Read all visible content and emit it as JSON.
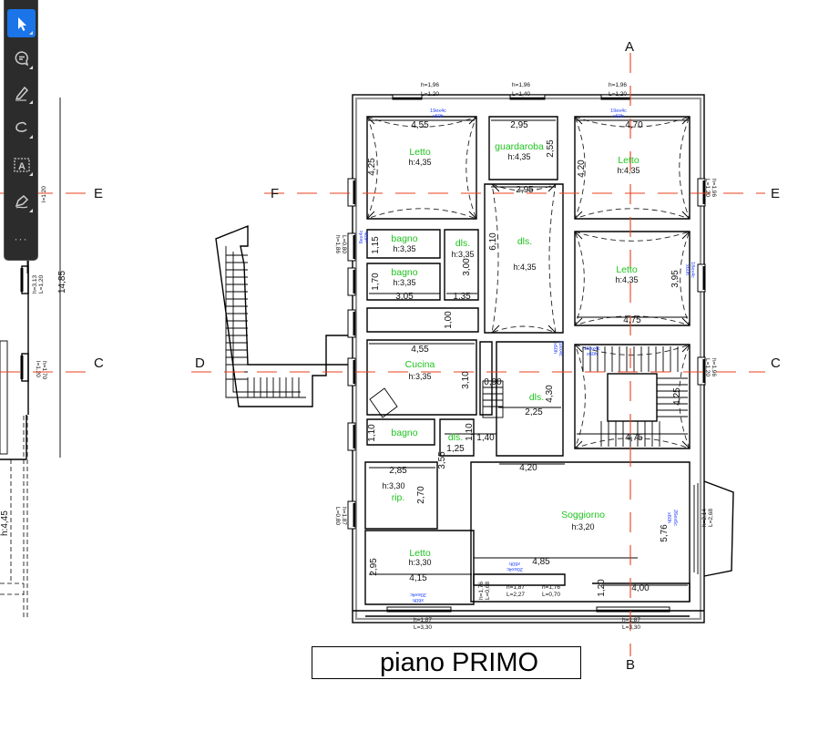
{
  "toolbar": {
    "tools": [
      {
        "name": "select",
        "icon": "cursor-arrow-icon",
        "selected": true
      },
      {
        "name": "comment",
        "icon": "comment-bubble-icon"
      },
      {
        "name": "highlight",
        "icon": "pen-highlight-icon"
      },
      {
        "name": "draw",
        "icon": "freehand-lasso-icon"
      },
      {
        "name": "text",
        "icon": "text-box-icon"
      },
      {
        "name": "sign",
        "icon": "signature-pen-icon"
      }
    ],
    "more_label": "···",
    "accent": "#1b74e8"
  },
  "plan": {
    "title": "piano PRIMO",
    "axes": {
      "A": "A",
      "B": "B",
      "C_right": "C",
      "C_left": "C",
      "D": "D",
      "E_right": "E",
      "E_left": "E",
      "F": "F"
    },
    "rooms": [
      {
        "name": "Letto",
        "height": "h:4,35"
      },
      {
        "name": "guardaroba",
        "height": "h:4,35"
      },
      {
        "name": "Letto",
        "height": "h:4,35"
      },
      {
        "name": "bagno",
        "height": "h:3,35"
      },
      {
        "name": "bagno",
        "height": "h:3,35"
      },
      {
        "name": "dls.",
        "height": "h:3,35"
      },
      {
        "name": "dls.",
        "height": "h:4,35"
      },
      {
        "name": "Letto",
        "height": "h:4,35"
      },
      {
        "name": "Cucina",
        "height": "h:3,35"
      },
      {
        "name": "dls.",
        "height": ""
      },
      {
        "name": "bagno",
        "height": ""
      },
      {
        "name": "dls.",
        "height": ""
      },
      {
        "name": "rip.",
        "height": "h:3,30"
      },
      {
        "name": "Letto",
        "height": "h:3,30"
      },
      {
        "name": "Soggiorno",
        "height": "h:3,20"
      }
    ],
    "dims": [
      "4,55",
      "2,95",
      "4,70",
      "2,55",
      "4,25",
      "4,20",
      "2,95",
      "6,10",
      "1,15",
      "1,70",
      "3,00",
      "3,05",
      "1,35",
      "1,00",
      "4,55",
      "3,10",
      "0,90",
      "4,30",
      "2,25",
      "1,10",
      "1,10",
      "1,40",
      "1,25",
      "3,55",
      "2,85",
      "2,70",
      "4,20",
      "5,76",
      "2,95",
      "4,15",
      "4,85",
      "1,20",
      "4,00",
      "3,95",
      "4,75",
      "4,75",
      "4,25",
      "14,85",
      "h:4,45"
    ],
    "windows": [
      {
        "h": "h=1,96",
        "l": "L=1,20",
        "spec": "19ex4c",
        "spec2": "x60h"
      },
      {
        "h": "h=1,96",
        "l": "L=1,40"
      },
      {
        "h": "h=1,96",
        "l": "L=1,20",
        "spec": "19ex4c",
        "spec2": "x60h"
      },
      {
        "h": "h=1,87",
        "l": "L=3,30"
      },
      {
        "h": "h=1,87",
        "l": "L=3,30"
      },
      {
        "h": "h=1,87",
        "l": "L=2,27"
      },
      {
        "h": "h=1,76",
        "l": "L=0,70"
      },
      {
        "h": "h=1,76",
        "l": "L=0,68"
      },
      {
        "h": "h=2,14",
        "l": "L=2,68"
      },
      {
        "h": "h=1,96",
        "l": "L=1,20"
      },
      {
        "h": "h=1,96",
        "l": "L=1,20"
      },
      {
        "h": "h=1,86",
        "l": "L=0,80"
      },
      {
        "h": "h=1,87",
        "l": "L=0,80"
      }
    ],
    "specs": [
      "20ex4c",
      "x60h",
      "26ex6c",
      "x60h",
      "20ex4c",
      "x60h",
      "8ex4c",
      "x60h",
      "11ex4c",
      "x60h",
      "15ex4c",
      "x60h",
      "18ex4c",
      "x60h"
    ],
    "left_sheet": {
      "l1": "l=1,20",
      "l2": "h=3,13",
      "l3": "L=1,20",
      "l4": "l=1,20",
      "l5": "h=1,70"
    },
    "axis_color": "#e8401c",
    "room_label_color": "#1ec31e"
  }
}
